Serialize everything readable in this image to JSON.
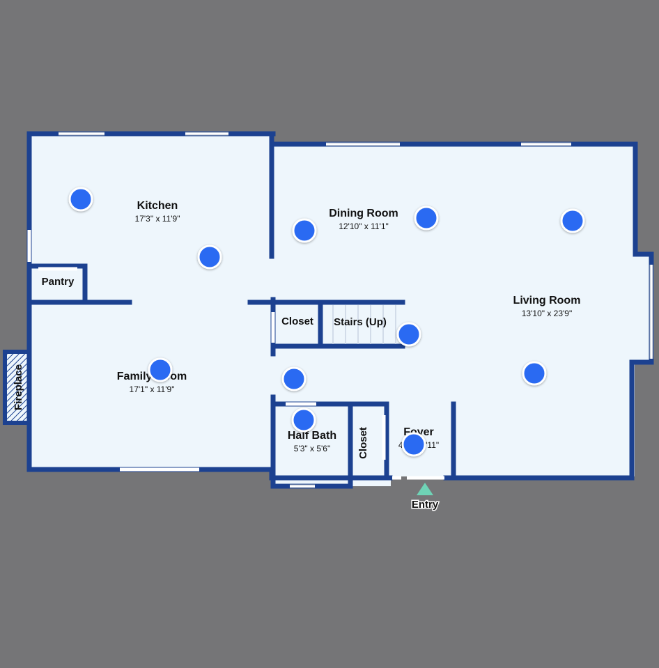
{
  "floor_plan": {
    "colors": {
      "background": "#757577",
      "floor": "#eef6fc",
      "wall": "#1c4190",
      "hotspot": "#2a6bf2",
      "hotspot_border": "#ffffff",
      "entry_marker": "#6fd3b6"
    },
    "rooms": [
      {
        "id": "kitchen",
        "name": "Kitchen",
        "dimensions": "17'3\" x 11'9\""
      },
      {
        "id": "dining-room",
        "name": "Dining Room",
        "dimensions": "12'10\" x 11'1\""
      },
      {
        "id": "living-room",
        "name": "Living Room",
        "dimensions": "13'10\" x 23'9\""
      },
      {
        "id": "family-room",
        "name": "Family Room",
        "dimensions": "17'1\" x 11'9\""
      },
      {
        "id": "half-bath",
        "name": "Half Bath",
        "dimensions": "5'3\" x 5'6\""
      },
      {
        "id": "foyer",
        "name": "Foyer",
        "dimensions": "4'3\" x 6'11\""
      }
    ],
    "labels": {
      "pantry": "Pantry",
      "closet_upper": "Closet",
      "stairs": "Stairs (Up)",
      "closet_lower": "Closet",
      "fireplace": "Fireplace",
      "entry": "Entry"
    },
    "hotspot_icon": "camera-hotspot-icon"
  }
}
